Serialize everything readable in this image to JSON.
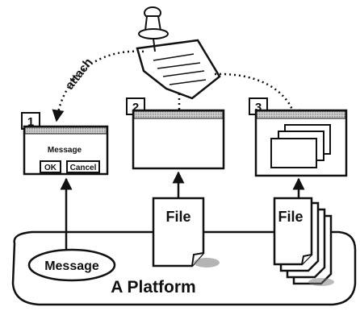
{
  "diagram": {
    "attach_label": "attach",
    "windows": [
      {
        "number": "1",
        "dialog_title": "Message",
        "ok_label": "OK",
        "cancel_label": "Cancel"
      },
      {
        "number": "2"
      },
      {
        "number": "3"
      }
    ],
    "file_label_single": "File",
    "file_label_stack": "File",
    "message_label": "Message",
    "platform_label": "A Platform"
  }
}
